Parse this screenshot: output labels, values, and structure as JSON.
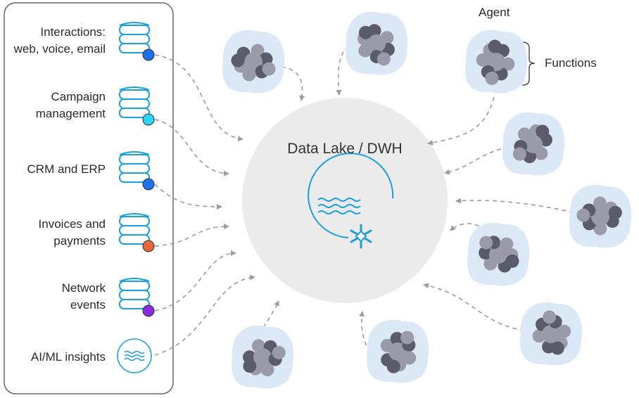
{
  "sources": [
    {
      "lines": [
        "Interactions:",
        "web, voice, email"
      ],
      "dot_color": "#1a73e8",
      "icon": "database-icon"
    },
    {
      "lines": [
        "Campaign",
        "management"
      ],
      "dot_color": "#29d4f5",
      "icon": "database-icon"
    },
    {
      "lines": [
        "CRM and ERP"
      ],
      "dot_color": "#1a73e8",
      "icon": "database-icon"
    },
    {
      "lines": [
        "Invoices and",
        "payments"
      ],
      "dot_color": "#e8673a",
      "icon": "database-icon"
    },
    {
      "lines": [
        "Network",
        "events"
      ],
      "dot_color": "#8a2be2",
      "icon": "database-icon"
    },
    {
      "lines": [
        "AI/ML insights"
      ],
      "dot_color": "",
      "icon": "waves-icon"
    }
  ],
  "hub": {
    "title": "Data Lake / DWH",
    "icon": "snowflake-icon",
    "accent": "#1aa0dc"
  },
  "agent_label": "Agent",
  "functions_label": "Functions",
  "colors": {
    "blob": "#dbe8f8",
    "circle_dark": "#5b5b6b",
    "circle_light": "#9a9aaa",
    "arrow": "#9a9aaa",
    "panel_border": "#666666"
  }
}
